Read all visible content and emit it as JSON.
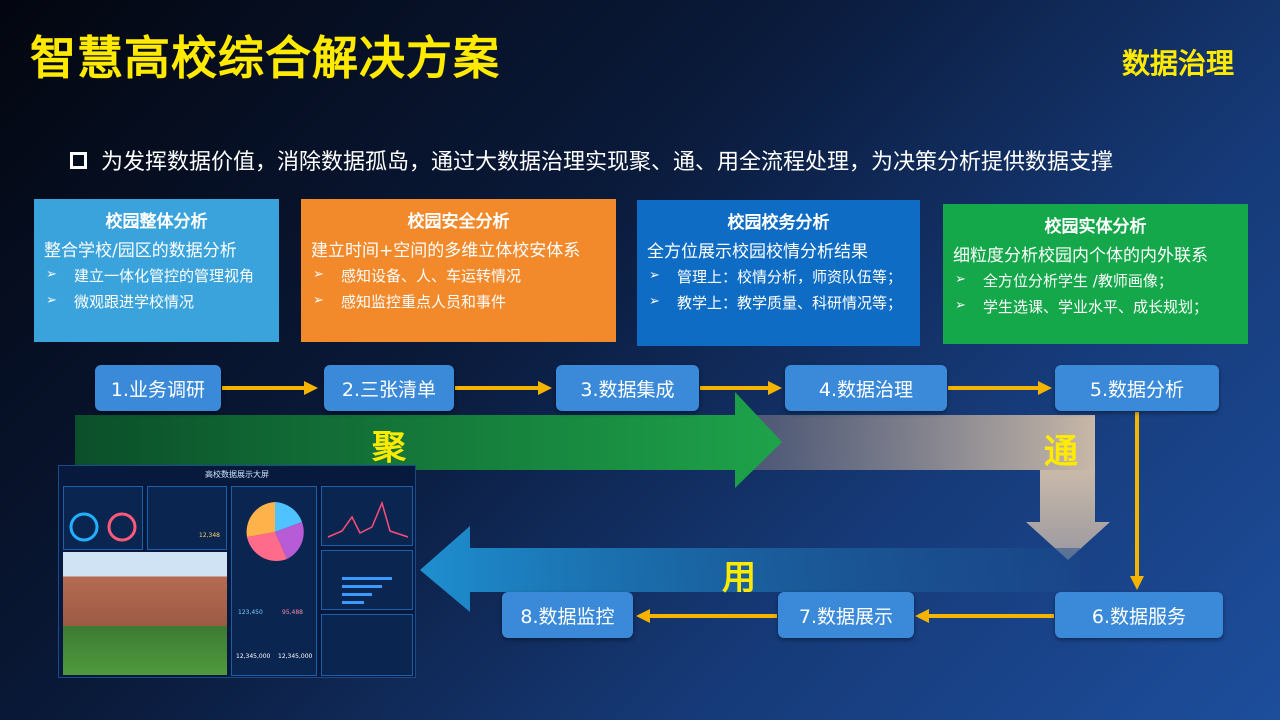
{
  "title": "智慧高校综合解决方案",
  "corner_tag": "数据治理",
  "subtitle": "为发挥数据价值，消除数据孤岛，通过大数据治理实现聚、通、用全流程处理，为决策分析提供数据支撑",
  "cards": [
    {
      "title": "校园整体分析",
      "desc": "整合学校/园区的数据分析",
      "items": [
        "建立一体化管控的管理视角",
        "微观跟进学校情况"
      ]
    },
    {
      "title": "校园安全分析",
      "desc": "建立时间+空间的多维立体校安体系",
      "items": [
        "感知设备、人、车运转情况",
        "感知监控重点人员和事件"
      ]
    },
    {
      "title": "校园校务分析",
      "desc": "全方位展示校园校情分析结果",
      "items": [
        "管理上：校情分析，师资队伍等；",
        "教学上：教学质量、科研情况等；"
      ]
    },
    {
      "title": "校园实体分析",
      "desc": "细粒度分析校园内个体的内外联系",
      "items": [
        "全方位分析学生 /教师画像；",
        "学生选课、学业水平、成长规划；"
      ]
    }
  ],
  "steps": [
    "1.业务调研",
    "2.三张清单",
    "3.数据集成",
    "4.数据治理",
    "5.数据分析",
    "6.数据服务",
    "7.数据展示",
    "8.数据监控"
  ],
  "flow_labels": {
    "ju": "聚",
    "tong": "通",
    "yong": "用"
  },
  "dashboard": {
    "title": "高校数据展示大屏",
    "numbers": [
      "123,450",
      "95,488",
      "12,345,000",
      "12,345,000",
      "12,348"
    ]
  },
  "colors": {
    "accent": "#ffea00",
    "arrow": "#f5b400",
    "step": "#3b8ad9"
  }
}
